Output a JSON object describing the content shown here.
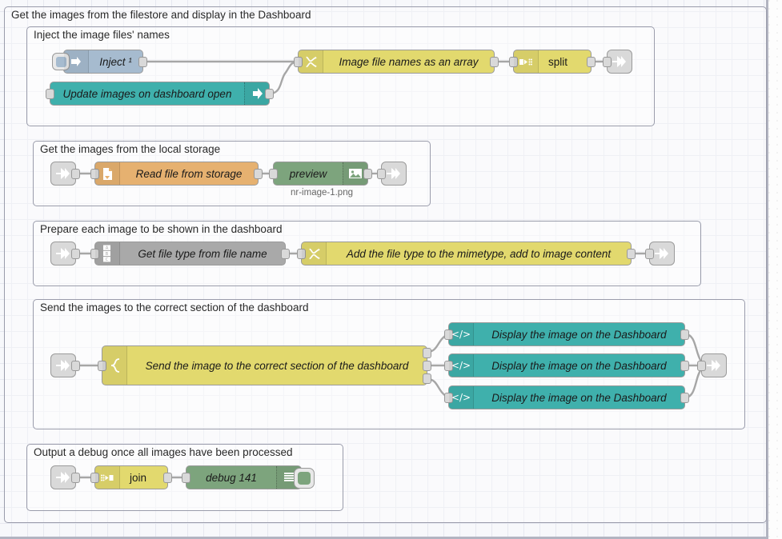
{
  "app": {
    "name": "Node-RED flow editor canvas"
  },
  "groups": [
    {
      "id": "outer",
      "label": "Get the images from the filestore and display in the Dashboard"
    },
    {
      "id": "inject",
      "label": "Inject the image files' names"
    },
    {
      "id": "storage",
      "label": "Get the images from the local storage"
    },
    {
      "id": "prepare",
      "label": "Prepare each image to be shown in the dashboard"
    },
    {
      "id": "send",
      "label": "Send the images to the correct section of the dashboard"
    },
    {
      "id": "output",
      "label": "Output a debug once all images have been processed"
    }
  ],
  "nodes": {
    "inject": {
      "label": "Inject ¹",
      "icon": "inject-arrow-icon",
      "color": "#a6bbcf"
    },
    "update_images": {
      "label": "Update images on dashboard open",
      "icon": "ui-control-arrow-icon",
      "color": "#3fb0ac"
    },
    "file_names": {
      "label": "Image file names as an array",
      "icon": "function-icon",
      "color": "#e2d96e"
    },
    "split": {
      "label": "split",
      "icon": "split-icon",
      "color": "#e2d96e"
    },
    "read_file": {
      "label": "Read file from storage",
      "icon": "file-in-icon",
      "color": "#e6b170"
    },
    "preview": {
      "label": "preview",
      "icon": "image-icon",
      "color": "#7da47d",
      "sublabel": "nr-image-1.png"
    },
    "get_file_type": {
      "label": "Get file type from file name",
      "icon": "change-abc-icon",
      "color": "#a9a9a9"
    },
    "add_mimetype": {
      "label": "Add the file type to the mimetype, add to image content",
      "icon": "function-icon",
      "color": "#e2d96e"
    },
    "switch_section": {
      "label": "Send the image to the correct section of the dashboard",
      "icon": "switch-icon",
      "color": "#e2d96e"
    },
    "display_1": {
      "label": "Display the image on the Dashboard",
      "icon": "template-code-icon",
      "color": "#3fb0ac"
    },
    "display_2": {
      "label": "Display the image on the Dashboard",
      "icon": "template-code-icon",
      "color": "#3fb0ac"
    },
    "display_3": {
      "label": "Display the image on the Dashboard",
      "icon": "template-code-icon",
      "color": "#3fb0ac"
    },
    "join": {
      "label": "join",
      "icon": "join-icon",
      "color": "#e2d96e"
    },
    "debug": {
      "label": "debug 141",
      "icon": "debug-lines-icon",
      "color": "#7da47d"
    }
  },
  "link_nodes": {
    "link_out_1": {
      "icon": "link-out-icon"
    },
    "link_in_2": {
      "icon": "link-in-icon"
    },
    "link_out_2": {
      "icon": "link-out-icon"
    },
    "link_in_3": {
      "icon": "link-in-icon"
    },
    "link_out_3": {
      "icon": "link-out-icon"
    },
    "link_in_4": {
      "icon": "link-in-icon"
    },
    "link_out_4": {
      "icon": "link-out-icon"
    },
    "link_in_5": {
      "icon": "link-in-icon"
    }
  },
  "colors": {
    "canvas": "#f7f8fb",
    "grid": "#e6e8f0",
    "wire": "#a6a6a6",
    "group_border": "#9a9cab",
    "inject_blue": "#a6bbcf",
    "teal": "#3fb0ac",
    "yellow": "#e2d96e",
    "orange": "#e6b170",
    "green": "#7da47d",
    "grey": "#a9a9a9"
  }
}
